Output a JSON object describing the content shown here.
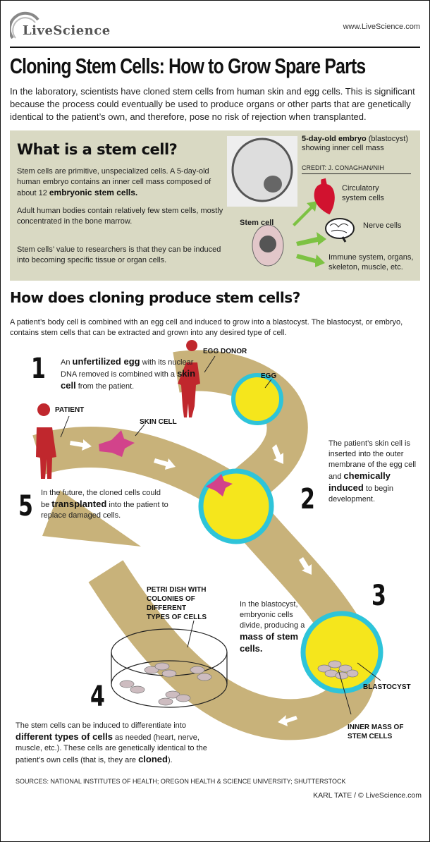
{
  "header": {
    "logo": "LiveScience",
    "url": "www.LiveScience.com"
  },
  "title": "Cloning Stem Cells: How to Grow Spare Parts",
  "intro": "In the laboratory, scientists have cloned stem cells from human skin and egg cells. This is significant because the process could eventually be used to produce organs or other parts that are genetically identical to the patient’s own, and therefore, pose no risk of rejection when transplanted.",
  "stem_box": {
    "heading": "What is a stem cell?",
    "p1_a": "Stem cells are primitive, unspecialized cells. A 5-day-old human embryo contains an inner cell mass composed of about 12 ",
    "p1_b": "embryonic stem cells.",
    "p2": "Adult human bodies contain relatively few stem cells, mostly concentrated in the bone marrow.",
    "p3": "Stem cells’ value to researchers is that they can be induced into becoming specific tissue or organ cells.",
    "photo_caption_bold": "5-day-old embryo",
    "photo_caption_rest": " (blastocyst) showing inner cell mass",
    "credit": "CREDIT: J. CONAGHAN/NIH",
    "stem_cell_label": "Stem cell",
    "outputs": [
      "Circulatory system cells",
      "Nerve cells",
      "Immune system, organs, skeleton, muscle, etc."
    ]
  },
  "cloning": {
    "heading": "How does cloning produce stem cells?",
    "intro": "A patient’s body cell is combined with an egg cell and induced to grow into a blastocyst. The blastocyst, or embryo, contains stem cells that can be extracted and grown into any desired type of cell.",
    "labels": {
      "egg_donor": "EGG DONOR",
      "egg": "EGG",
      "patient": "PATIENT",
      "skin_cell": "SKIN CELL",
      "petri": "PETRI DISH WITH COLONIES OF DIFFERENT TYPES OF CELLS",
      "blastocyst": "BLASTOCYST",
      "inner_mass": "INNER MASS OF STEM CELLS"
    },
    "steps": [
      {
        "num": "1",
        "a": "An ",
        "b": "unfertilized egg",
        "c": " with its nuclear DNA removed is combined with a ",
        "d": "skin cell",
        "e": " from the patient."
      },
      {
        "num": "2",
        "a": "The patient’s skin cell is inserted into the outer membrane of the egg cell and ",
        "b": "chemically induced",
        "c": " to begin development."
      },
      {
        "num": "3",
        "a": "In the blastocyst, embryonic cells divide, producing a ",
        "b": "mass of stem cells."
      },
      {
        "num": "4",
        "a": "The stem cells can be induced to differentiate into ",
        "b": "different types of cells",
        "c": " as needed (heart, nerve, muscle, etc.). These cells are genetically identical to the patient’s own cells (that is, they are ",
        "d": "cloned",
        "e": ")."
      },
      {
        "num": "5",
        "a": "In the future, the cloned cells could be ",
        "b": "transplanted",
        "c": " into the patient to replace damaged cells."
      }
    ]
  },
  "footer": {
    "sources": "SOURCES: NATIONAL INSTITUTES OF HEALTH; OREGON HEALTH & SCIENCE UNIVERSITY; SHUTTERSTOCK",
    "credit": "KARL TATE / © LiveScience.com"
  },
  "colors": {
    "band": "#c8b27a",
    "egg": "#f5e61c",
    "membrane": "#2ec4d9",
    "box": "#d9d9c3",
    "figure": "#c0272d",
    "arrow_green": "#7dc243"
  }
}
